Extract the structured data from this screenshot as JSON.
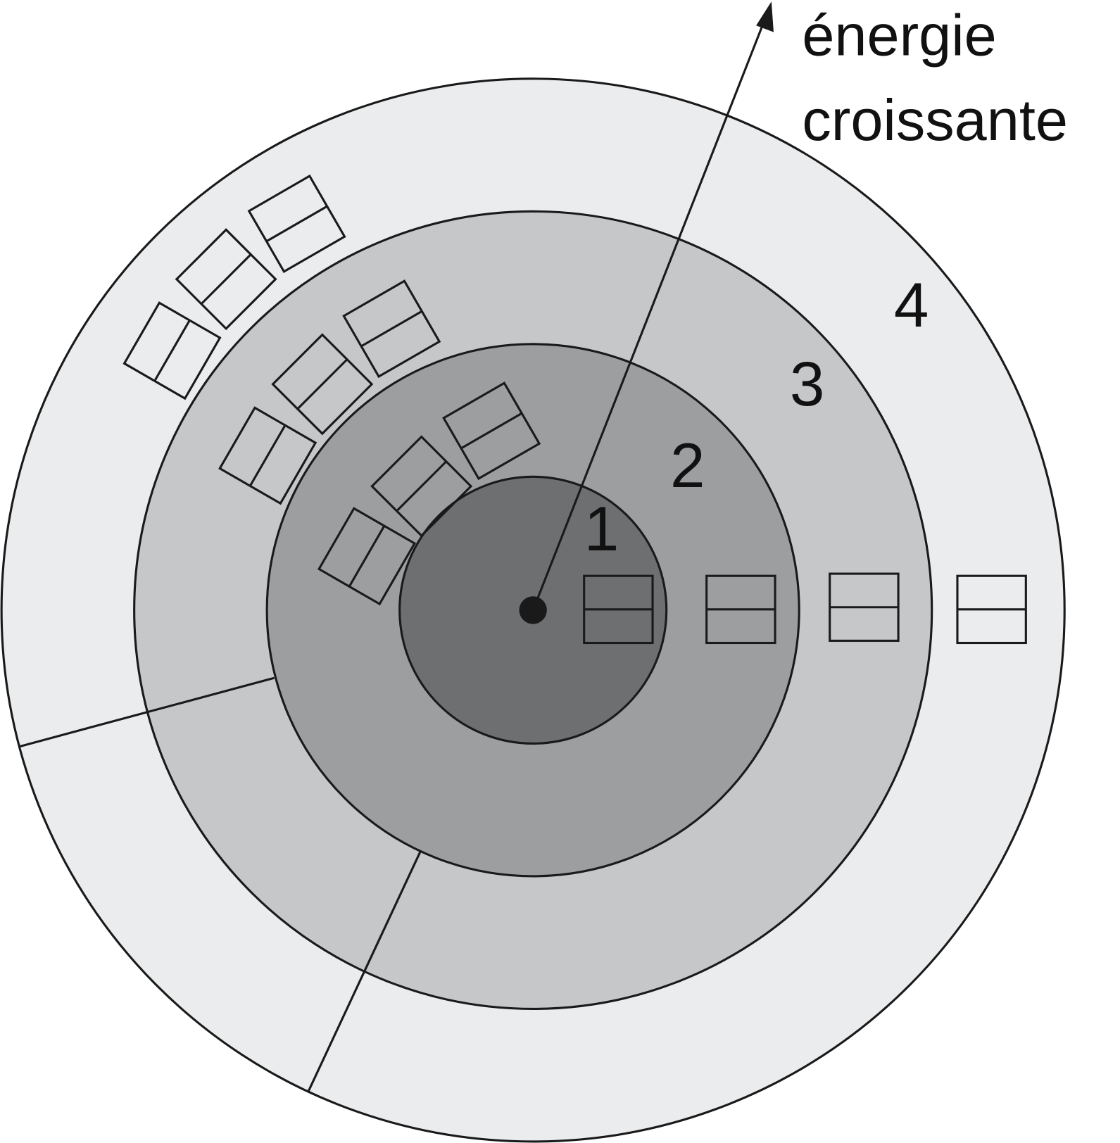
{
  "axis_label": {
    "line1": "énergie",
    "line2": "croissante"
  },
  "shells": [
    {
      "number": "1",
      "color": "#6e6f71"
    },
    {
      "number": "2",
      "color": "#9d9ea0"
    },
    {
      "number": "3",
      "color": "#c6c7c9"
    },
    {
      "number": "4",
      "color": "#ebeced"
    }
  ],
  "stroke_color": "#1a1a1a"
}
